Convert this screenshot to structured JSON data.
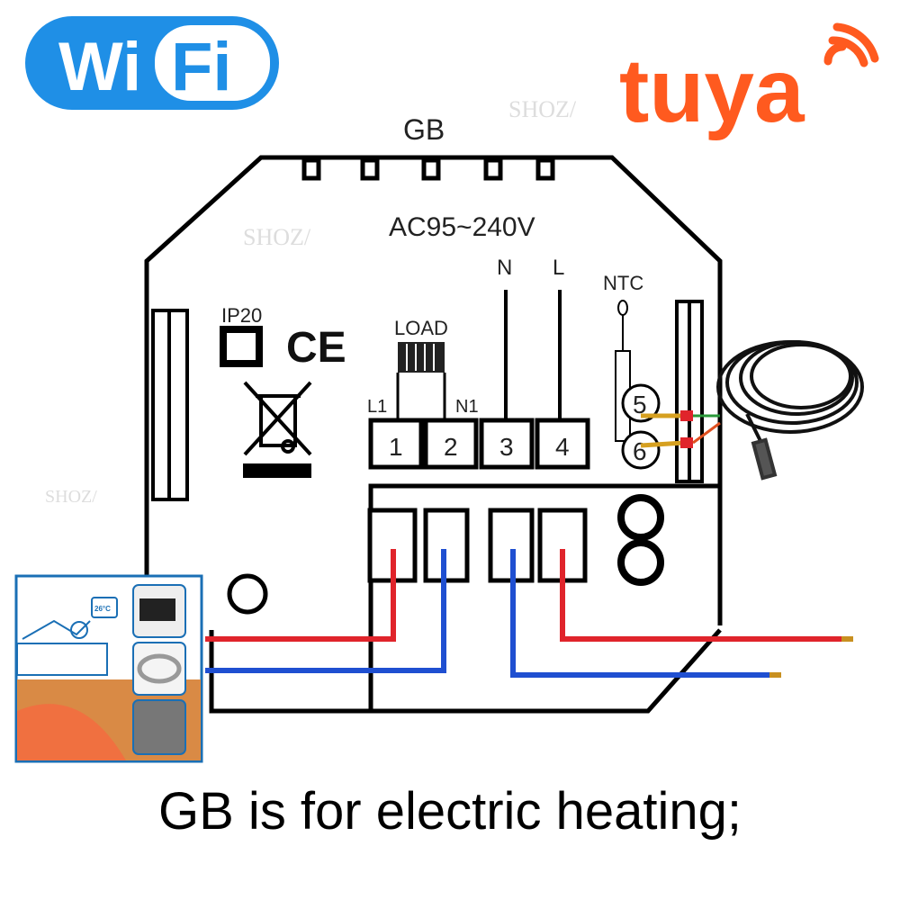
{
  "logos": {
    "wifi": {
      "part1": "Wi",
      "part2": "Fi",
      "color": "#1f8fe6"
    },
    "tuya": {
      "text": "tuya",
      "color": "#ff5a1f"
    }
  },
  "watermark": "SHOZ/",
  "diagram": {
    "top_label": "GB",
    "voltage": "AC95~240V",
    "n_label": "N",
    "l_label": "L",
    "ntc_label": "NTC",
    "ip_rating": "IP20",
    "ce_mark": "CE",
    "load_label": "LOAD",
    "l1_label": "L1",
    "n1_label": "N1",
    "terminals": [
      "1",
      "2",
      "3",
      "4"
    ],
    "sensor_terminals": [
      "5",
      "6"
    ],
    "wire_colors": {
      "live": "#e0242b",
      "neutral": "#1f4fd1"
    }
  },
  "inset": {
    "thermostat_display": "26°C"
  },
  "caption": "GB is for electric heating;"
}
